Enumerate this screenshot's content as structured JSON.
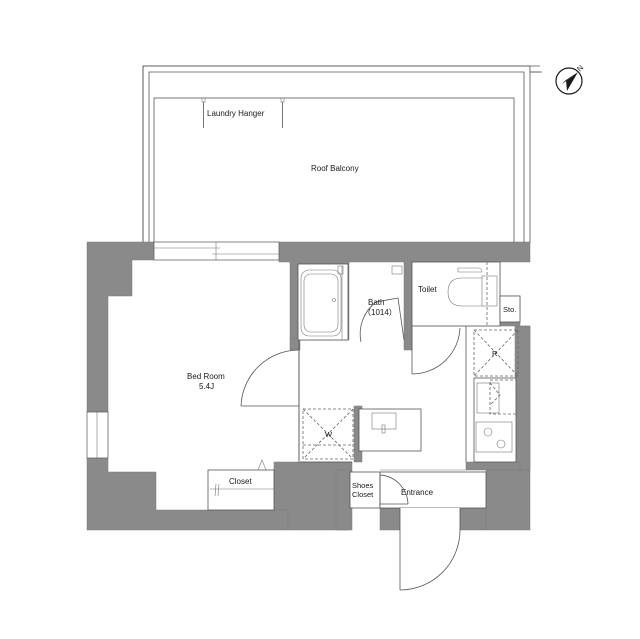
{
  "plan": {
    "rooms": {
      "roof_balcony": "Roof Balcony",
      "laundry_hanger": "Laundry Hanger",
      "bed_room": "Bed Room",
      "bed_room_size": "5.4J",
      "bath": "Bath",
      "bath_size": "（1014）",
      "toilet": "Toilet",
      "storage": "Sto.",
      "refrigerator_mark": "R",
      "washer_mark": "W",
      "closet": "Closet",
      "shoes_closet_line1": "Shoes",
      "shoes_closet_line2": "Closet",
      "entrance": "Entrance"
    },
    "compass": {
      "label": "N",
      "icon": "north-arrow-icon"
    },
    "colors": {
      "wall": "#8a8a8a",
      "line": "#555555",
      "background": "#ffffff"
    }
  }
}
